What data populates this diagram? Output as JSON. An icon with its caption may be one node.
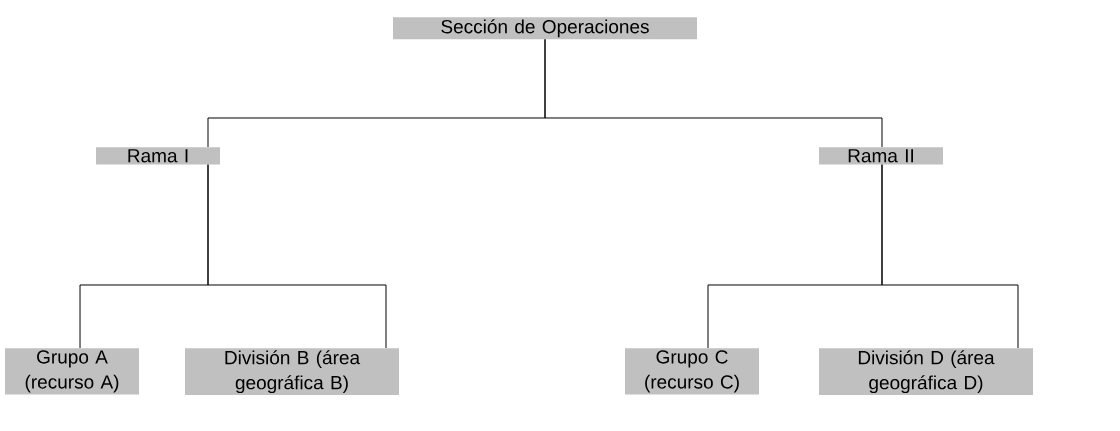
{
  "diagram": {
    "nodes": [
      {
        "text": [
          "Sección de Operaciones"
        ]
      },
      {
        "text": [
          "Rama I"
        ]
      },
      {
        "text": [
          "Rama II"
        ]
      },
      {
        "text": [
          "Grupo A (recurso A)"
        ]
      },
      {
        "text": [
          "División B (área geográfica B)"
        ]
      },
      {
        "text": [
          "Grupo C (recurso C)"
        ]
      },
      {
        "text": [
          "División D (área geográfica D)"
        ]
      }
    ],
    "edges": [
      {
        "from": 0,
        "to": 1,
        "arrow": "none"
      },
      {
        "from": 0,
        "to": 2,
        "arrow": "none"
      },
      {
        "from": 1,
        "to": 3,
        "arrow": "none"
      },
      {
        "from": 1,
        "to": 4,
        "arrow": "none"
      },
      {
        "from": 2,
        "to": 5,
        "arrow": "none"
      },
      {
        "from": 2,
        "to": 6,
        "arrow": "none"
      }
    ]
  }
}
